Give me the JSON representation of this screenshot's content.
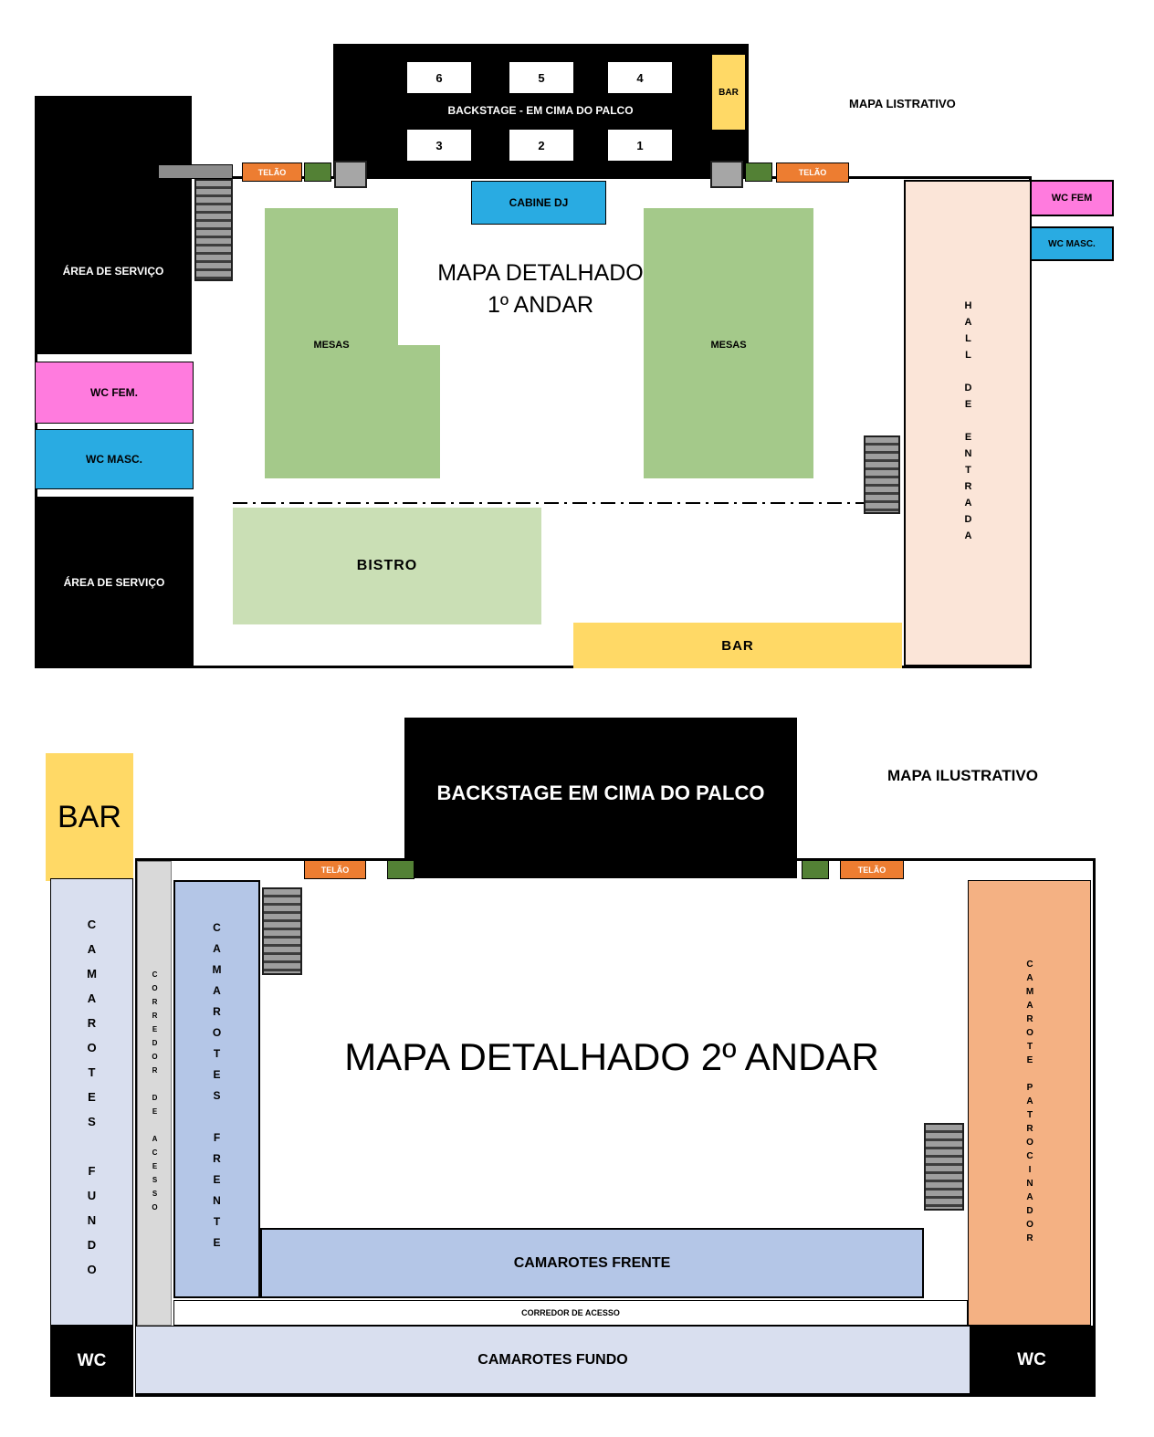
{
  "floor1": {
    "map_note": "MAPA LISTRATIVO",
    "title_line1": "MAPA DETALHADO",
    "title_line2": "1º ANDAR",
    "backstage": {
      "label": "BACKSTAGE - EM CIMA DO PALCO",
      "box_numbers": [
        "6",
        "5",
        "4",
        "3",
        "2",
        "1"
      ],
      "bar_label": "BAR"
    },
    "cabine_dj_label": "CABINE DJ",
    "telao_left_label": "TELÃO",
    "telao_right_label": "TELÃO",
    "area_servico_top_label": "ÁREA DE SERVIÇO",
    "area_servico_bottom_label": "ÁREA DE SERVIÇO",
    "wc_fem_left_label": "WC FEM.",
    "wc_masc_left_label": "WC MASC.",
    "wc_fem_right_label": "WC FEM",
    "wc_masc_right_label": "WC MASC.",
    "mesas_left_label": "MESAS",
    "mesas_right_label": "MESAS",
    "bistro_label": "BISTRO",
    "bar_bottom_label": "BAR",
    "hall_label": "HALL DE ENTRADA"
  },
  "floor2": {
    "map_note": "MAPA ILUSTRATIVO",
    "title": "MAPA DETALHADO 2º ANDAR",
    "backstage_label": "BACKSTAGE  EM CIMA DO PALCO",
    "bar_label": "BAR",
    "camarotes_fundo_left_label": "CAMAROTES FUNDO",
    "corredor_left_label": "CORREDOR DE ACESSO",
    "camarotes_frente_left_label": "CAMAROTES FRENTE",
    "telao_left_label": "TELÃO",
    "telao_right_label": "TELÃO",
    "camarote_patrocinador_label": "CAMAROTE PATROCINADOR",
    "camarotes_frente_bottom_label": "CAMAROTES FRENTE",
    "corredor_bottom_label": "CORREDOR DE ACESSO",
    "camarotes_fundo_bottom_label": "CAMAROTES FUNDO",
    "wc_left_label": "WC",
    "wc_right_label": "WC"
  },
  "colors": {
    "stage_black": "#000000",
    "bar_yellow": "#FFD966",
    "wc_fem_pink": "#FF7BDE",
    "wc_masc_blue": "#29ABE2",
    "mesas_green": "#A4C98A",
    "bistro_green": "#CADFB5",
    "hall_peach": "#FBE5D8",
    "telao_orange": "#ED7D31",
    "marker_green": "#538135",
    "stairs_gray": "#9E9E9E",
    "camarotes_fundo_lavender": "#D9DFEF",
    "camarotes_frente_periwinkle": "#B4C6E7",
    "corredor_gray": "#D9D9D9",
    "patrocinador_salmon": "#F4B183"
  }
}
